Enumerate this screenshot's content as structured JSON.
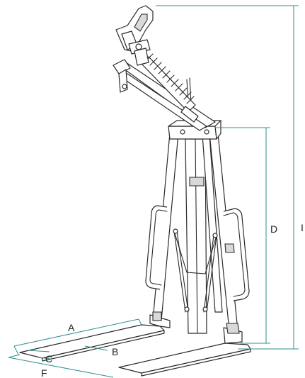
{
  "dimensions": {
    "A": "A",
    "B": "B",
    "C": "C",
    "D": "D",
    "F": "F",
    "I": "I"
  },
  "colors": {
    "outline": "#2b2b2b",
    "dimension_line": "#2f8f8f",
    "background": "#ffffff"
  }
}
